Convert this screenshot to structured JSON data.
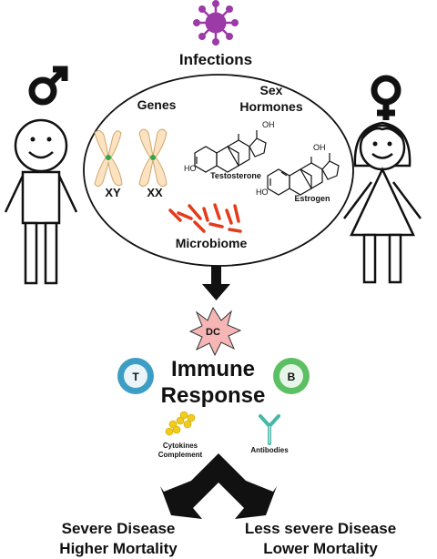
{
  "infections_label": "Infections",
  "genes": {
    "title": "Genes",
    "xy_label": "XY",
    "xx_label": "XX"
  },
  "hormones": {
    "title_line1": "Sex",
    "title_line2": "Hormones",
    "oh_label": "OH",
    "ho_label": "HO",
    "testosterone_label": "Testosterone",
    "estrogen_label": "Estrogen"
  },
  "microbiome_label": "Microbiome",
  "dc_label": "DC",
  "t_cell_label": "T",
  "b_cell_label": "B",
  "immune_response": {
    "line1": "Immune",
    "line2": "Response"
  },
  "cytokines": {
    "line1": "Cytokines",
    "line2": "Complement"
  },
  "antibodies_label": "Antibodies",
  "outcome_male": {
    "line1": "Severe Disease",
    "line2": "Higher Mortality"
  },
  "outcome_female": {
    "line1": "Less severe Disease",
    "line2": "Lower Mortality"
  },
  "colors": {
    "virus": "#9c3aa8",
    "microbiome": "#e53b1c",
    "dc_fill": "#f6b6b6",
    "t_cell": "#3c9ec4",
    "b_cell": "#5cbf63",
    "cytokine": "#f2cc1a",
    "antibody": "#49b7a7",
    "chromosome": "#fbe3c2",
    "centromere": "#2ca84a"
  },
  "icons": [
    "virus-icon",
    "male-symbol-icon",
    "female-symbol-icon",
    "chromosome-icon",
    "steroid-structure-icon",
    "bacteria-icon",
    "dendritic-cell-icon",
    "t-cell-icon",
    "b-cell-icon",
    "cytokine-cluster-icon",
    "antibody-icon",
    "arrow-down-icon",
    "double-arrow-icon"
  ]
}
